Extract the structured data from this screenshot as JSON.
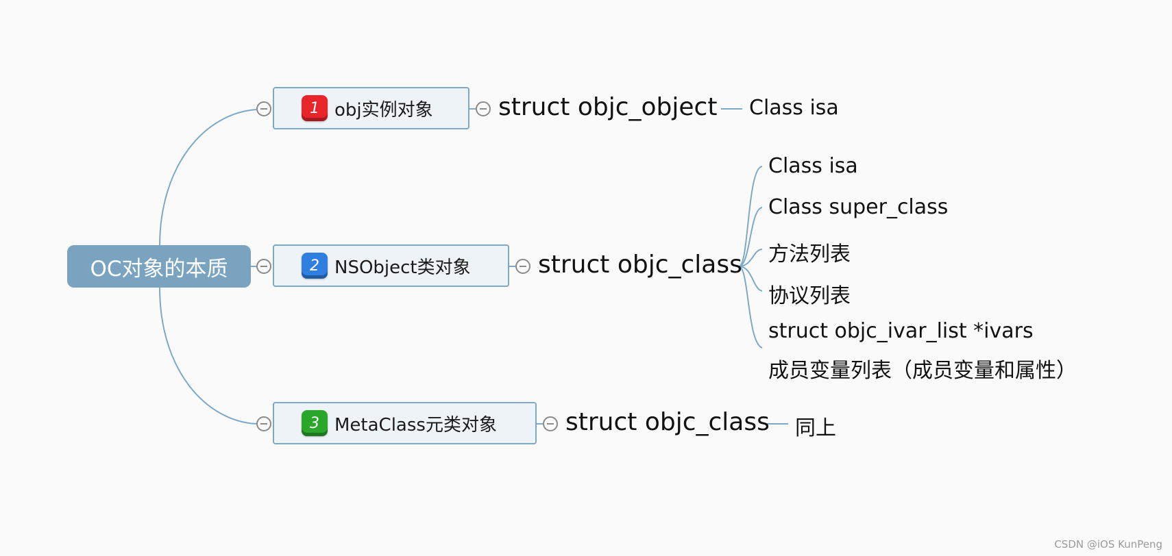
{
  "root": {
    "label": "OC对象的本质"
  },
  "branches": [
    {
      "badge": "1",
      "badge_color": "#e8252a",
      "label": "obj实例对象",
      "struct": "struct objc_object",
      "leaves": [
        "Class isa"
      ]
    },
    {
      "badge": "2",
      "badge_color": "#2f7fe0",
      "label": "NSObject类对象",
      "struct": "struct objc_class",
      "leaves": [
        "Class isa",
        "Class super_class",
        "方法列表",
        "协议列表",
        "struct objc_ivar_list *ivars",
        "成员变量列表（成员变量和属性）"
      ]
    },
    {
      "badge": "3",
      "badge_color": "#2aa62a",
      "label": "MetaClass元类对象",
      "struct": "struct objc_class",
      "leaves": [
        "同上"
      ]
    }
  ],
  "colors": {
    "connector": "#7ea9c6",
    "root_fill": "#7aa3bf",
    "branch_fill": "#eef3f7"
  },
  "icons": {
    "collapse": "collapse-minus-icon"
  },
  "watermark": "CSDN @iOS KunPeng"
}
